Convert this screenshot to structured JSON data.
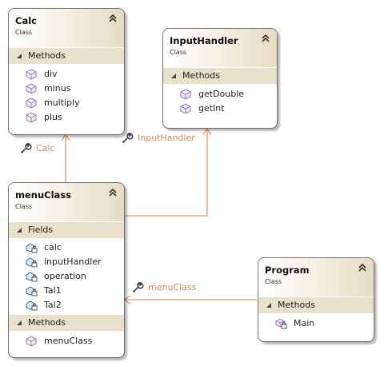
{
  "colors": {
    "connector": "#e59a6e",
    "connector_label": "#d98a52",
    "header_gradient_end": "#e6dcc4",
    "section_band": "#e8e0cb",
    "method_icon": "#9b7ab8",
    "field_icon": "#2f6fa8"
  },
  "classes": {
    "calc": {
      "name": "Calc",
      "kind": "Class",
      "methods_header": "Methods",
      "methods": [
        "div",
        "minus",
        "multiply",
        "plus"
      ]
    },
    "input_handler": {
      "name": "InputHandler",
      "kind": "Class",
      "methods_header": "Methods",
      "methods": [
        "getDouble",
        "getInt"
      ]
    },
    "menu_class": {
      "name": "menuClass",
      "kind": "Class",
      "fields_header": "Fields",
      "fields": [
        "calc",
        "inputHandler",
        "operation",
        "Tal1",
        "Tal2"
      ],
      "methods_header": "Methods",
      "methods": [
        "menuClass"
      ]
    },
    "program": {
      "name": "Program",
      "kind": "Class",
      "methods_header": "Methods",
      "methods": [
        "Main"
      ]
    }
  },
  "associations": {
    "to_calc": "Calc",
    "to_input_handler": "InputHandler",
    "to_menu_class": "menuClass"
  },
  "icons": {
    "collapse": "double-chevron-up-icon",
    "section": "triangle-collapse-icon",
    "method": "method-cube-icon",
    "private_method": "private-method-icon",
    "field": "private-field-icon",
    "association": "wrench-association-icon"
  }
}
